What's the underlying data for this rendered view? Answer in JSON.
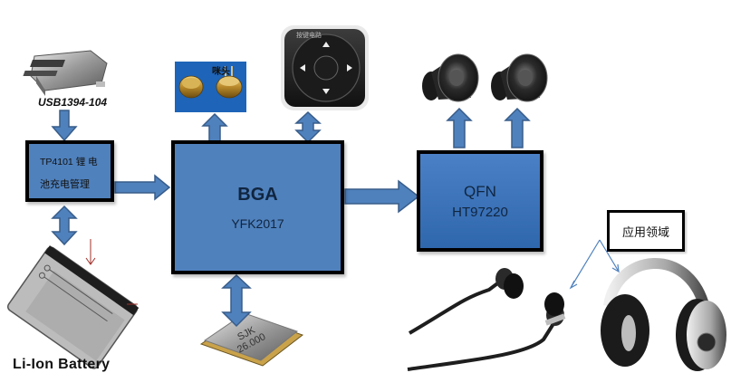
{
  "usb": {
    "label": "USB1394-104"
  },
  "charger": {
    "line1": "TP4101   锂 电",
    "line2": "池充电管理"
  },
  "battery": {
    "label": "Li-Ion Battery"
  },
  "mic": {
    "label": "咪头"
  },
  "keypad": {
    "label": "按键电路"
  },
  "bga": {
    "title": "BGA",
    "subtitle": "YFK2017"
  },
  "crystal": {
    "line1": "SJK",
    "line2": "26.000"
  },
  "qfn": {
    "title": "QFN",
    "subtitle": "HT97220"
  },
  "application": {
    "label": "应用领域"
  },
  "colors": {
    "block_fill": "#4f81bd",
    "arrow_fill": "#4f81bd",
    "arrow_stroke": "#385d8a",
    "border": "#000000"
  }
}
